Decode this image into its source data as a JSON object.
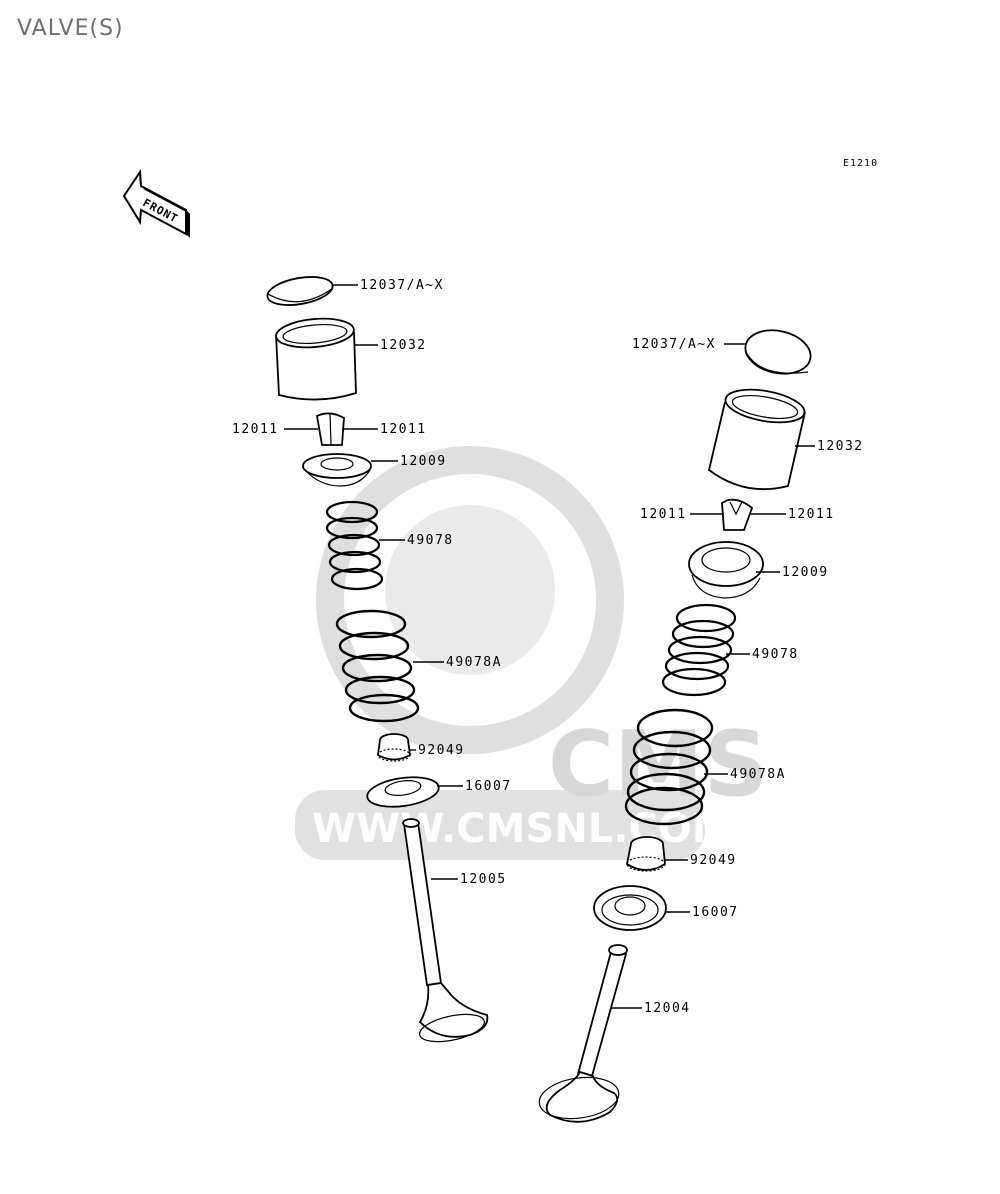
{
  "page": {
    "title": "VALVE(S)"
  },
  "diagram": {
    "code": "E1210",
    "front_label": "FRONT",
    "watermark": {
      "brand": "CMS",
      "url": "WWW.CMSNL.COM"
    },
    "left_labels": {
      "shim": "12037/A~X",
      "lifter": "12032",
      "cotter_left": "12011",
      "cotter_right": "12011",
      "retainer": "12009",
      "inner_spring": "49078",
      "outer_spring": "49078A",
      "stem_seal": "92049",
      "spring_seat": "16007",
      "valve": "12005"
    },
    "right_labels": {
      "shim": "12037/A~X",
      "lifter": "12032",
      "cotter_left": "12011",
      "cotter_right": "12011",
      "retainer": "12009",
      "inner_spring": "49078",
      "outer_spring": "49078A",
      "stem_seal": "92049",
      "spring_seat": "16007",
      "valve": "12004"
    }
  }
}
